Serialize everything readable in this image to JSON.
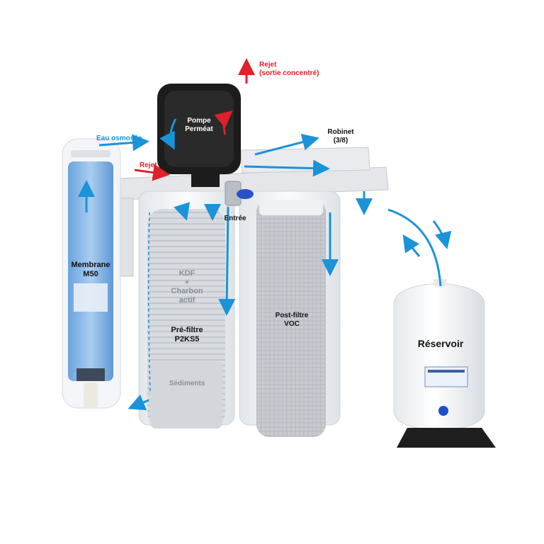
{
  "colors": {
    "flow": "#1a93d9",
    "reject": "#e0202a",
    "frame": "#e4e6e9",
    "housing": "#eef1f4",
    "cartridge": "#c9cdd2",
    "membrane": "#7fb2e4",
    "pump": "#1c1c1c",
    "tank": "#f7f8fa"
  },
  "labels": {
    "reject_outlet": "Rejet\n(sortie concentré)",
    "pump": "Pompe\nPerméat",
    "osmosed_water": "Eau osmosée",
    "reject": "Rejet",
    "faucet": "Robinet\n(3/8)",
    "inlet": "Entrée",
    "membrane": "Membrane\nM50",
    "kdf": "KDF\n+\nCharbon\nactif",
    "prefilter": "Pré-filtre\nP2KS5",
    "sediments": "Sédiments",
    "postfilter": "Post-filtre\nVOC",
    "tank": "Réservoir"
  }
}
